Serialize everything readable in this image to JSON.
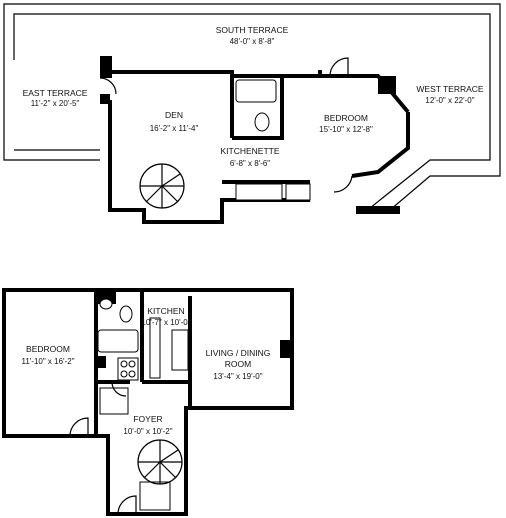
{
  "upper_level": {
    "south_terrace": {
      "name": "SOUTH TERRACE",
      "dims": "48'-0\" x 8'-8\""
    },
    "east_terrace": {
      "name": "EAST TERRACE",
      "dims": "11'-2\" x 20'-5\""
    },
    "den": {
      "name": "DEN",
      "dims": "16'-2\" x 11'-4\""
    },
    "kitchenette": {
      "name": "KITCHENETTE",
      "dims": "6'-8\" x 8'-6\""
    },
    "bedroom": {
      "name": "BEDROOM",
      "dims": "15'-10\" x 12'-8\""
    },
    "west_terrace": {
      "name": "WEST TERRACE",
      "dims": "12'-0\" x 22'-0\""
    }
  },
  "lower_level": {
    "bedroom": {
      "name": "BEDROOM",
      "dims": "11'-10\" x 16'-2\""
    },
    "kitchen": {
      "name": "KITCHEN",
      "dims": "10'-7\" x 10'-0\""
    },
    "living_dining": {
      "name_line1": "LIVING / DINING",
      "name_line2": "ROOM",
      "dims": "13'-4\" x 19'-0\""
    },
    "foyer": {
      "name": "FOYER",
      "dims": "10'-0\" x 10'-2\""
    }
  }
}
